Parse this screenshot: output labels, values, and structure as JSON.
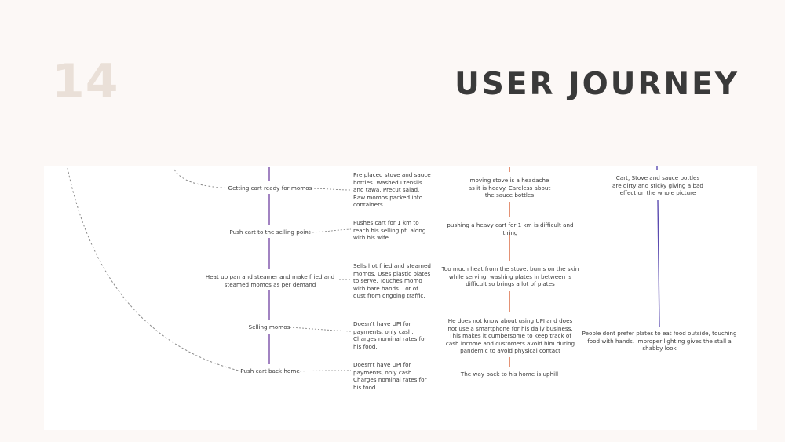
{
  "header": {
    "slide_number": "14",
    "title": "USER JOURNEY"
  },
  "colors": {
    "steps_line": "#7b4ea8",
    "pain_line": "#d9633a",
    "env_line": "#5b4bb0",
    "dashed": "#8a8a8a",
    "number": "#eae0d8",
    "title": "#3a3a3a"
  },
  "steps": [
    {
      "label": "Getting cart ready for momos",
      "action": "Pre placed stove and sauce bottles. Washed utensils and tawa. Precut salad. Raw momos packed into containers.",
      "pain": "moving stove is a headache as it is heavy. Careless about the sauce bottles"
    },
    {
      "label": "Push cart to the selling point",
      "action": "Pushes cart for 1 km to reach his selling pt. along with his wife.",
      "pain": "pushing a heavy cart for 1 km is difficult and tiring"
    },
    {
      "label": "Heat up pan and steamer and make fried and steamed momos as per demand",
      "action": "Sells hot fried and steamed momos. Uses plastic plates to serve. Touches momo with bare hands. Lot of dust from ongoing traffic.",
      "pain": "Too much heat from the stove. burns on the skin while serving. washing plates in between is difficult so brings a lot of plates"
    },
    {
      "label": "Selling momos",
      "action": "Doesn't have UPI for payments, only cash. Charges nominal rates for his food.",
      "pain": "He does not know about using UPI and does not use a smartphone for his daily business. This makes it cumbersome to keep track of cash income and customers avoid him during pandemic to avoid physical contact"
    },
    {
      "label": "Push cart back home",
      "action": "Doesn't have UPI for payments, only cash. Charges nominal rates for his food.",
      "pain": "The way back to his home is uphill"
    }
  ],
  "environment": {
    "top": "Cart, Stove and sauce bottles are dirty and sticky giving a bad effect on the whole picture",
    "bottom": "People dont prefer plates to eat food outside, touching food with hands. Improper lighting gives the stall a shabby look"
  }
}
